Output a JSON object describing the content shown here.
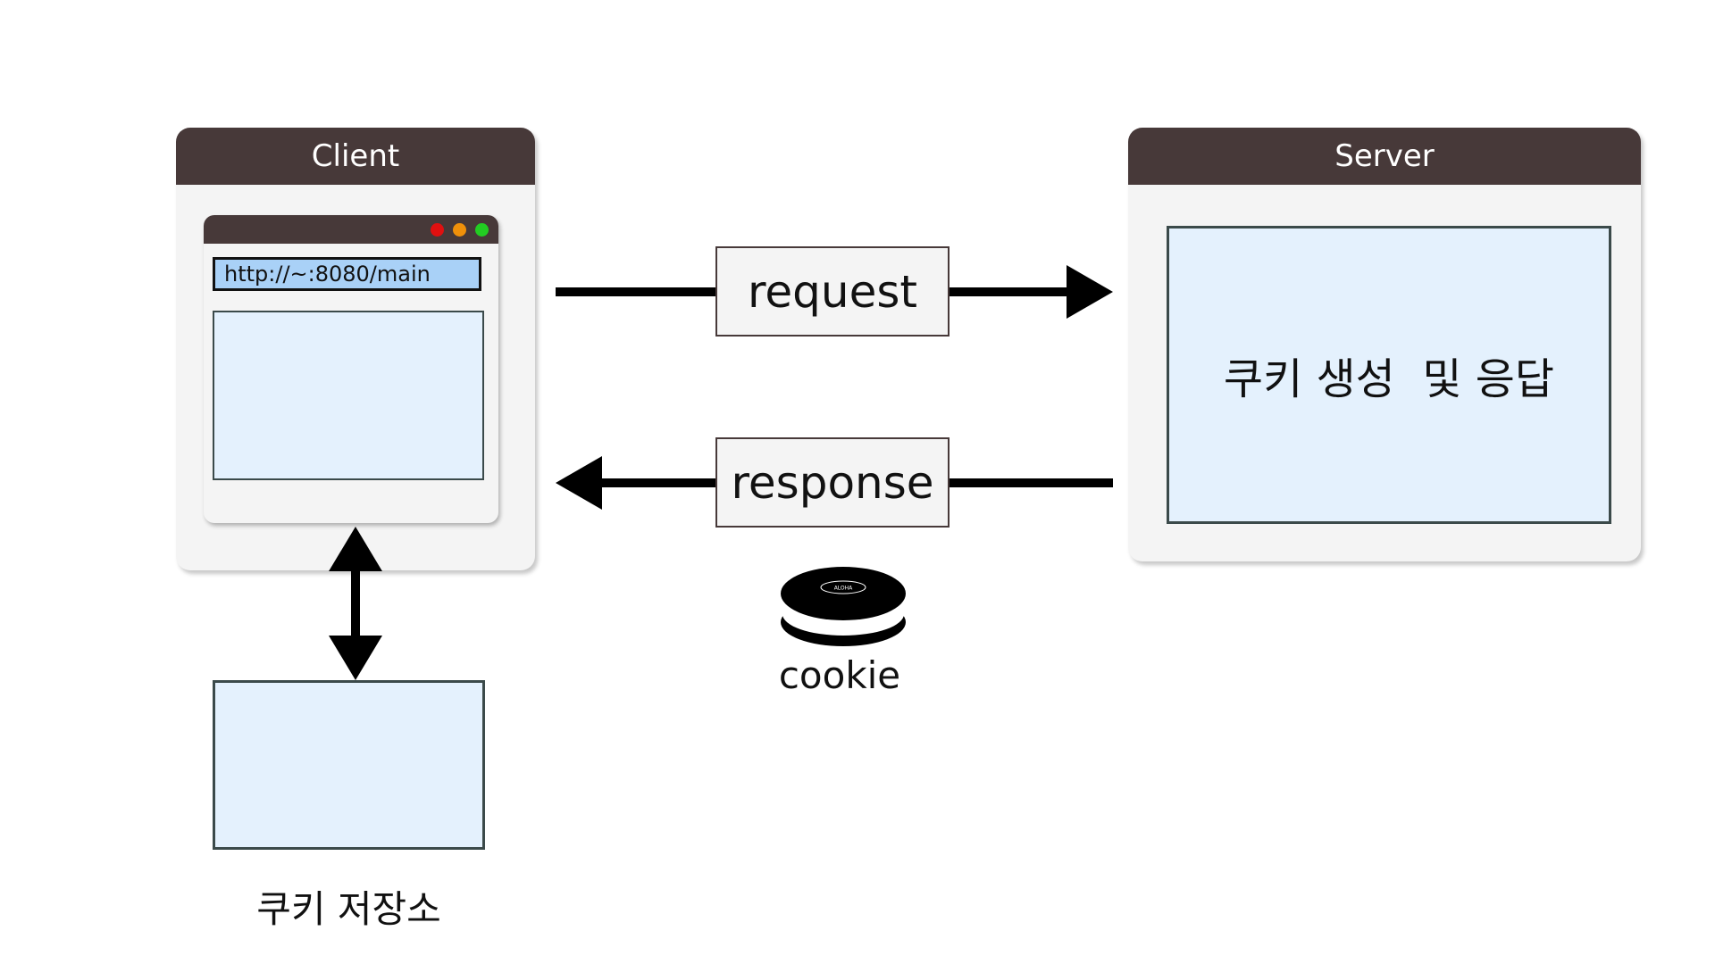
{
  "client": {
    "title": "Client",
    "browser": {
      "url": "http://~:8080/main"
    }
  },
  "server": {
    "title": "Server",
    "content": "쿠키 생성  및 응답"
  },
  "storage": {
    "label": "쿠키 저장소"
  },
  "messages": {
    "request": "request",
    "response": "response"
  },
  "cookie": {
    "label": "cookie",
    "icon": "cookie-icon",
    "emblem_text": "ALOHA"
  },
  "colors": {
    "header": "#473939",
    "content_fill": "#e4f1fd",
    "address_fill": "#a9d1f7",
    "panel_fill": "#f4f4f4",
    "dot_red": "#e01010",
    "dot_orange": "#f0900a",
    "dot_green": "#22cc22"
  }
}
